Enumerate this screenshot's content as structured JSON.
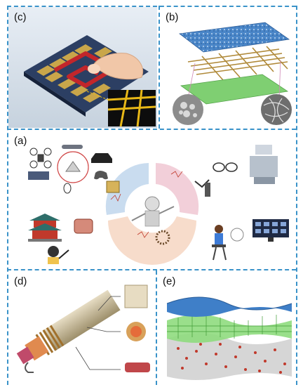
{
  "panels": {
    "c": {
      "label": "(c)",
      "icon": "touch-sensor-array-icon"
    },
    "b": {
      "label": "(b)",
      "icon": "layered-membrane-icon"
    },
    "a": {
      "label": "(a)",
      "icons": [
        "drone-icon",
        "submarine-icon",
        "car-icon",
        "robot-icon",
        "keyboard-icon",
        "gamepad-icon",
        "mouse-icon",
        "temple-icon",
        "chip-icon",
        "person-icon",
        "vr-glasses-icon",
        "surgery-robot-icon",
        "monitor-icon",
        "seated-person-icon"
      ]
    },
    "d": {
      "label": "(d)",
      "icon": "coaxial-fiber-icon"
    },
    "e": {
      "label": "(e)",
      "icon": "wavy-laminate-icon"
    }
  },
  "colors": {
    "divider": "#3a93c9",
    "ring_blue": "#c9dcef",
    "ring_pink": "#f2cfd9",
    "ring_peach": "#f7dccb",
    "grid_blue": "#2e6cb8",
    "grid_red": "#c0392b",
    "green": "#7cd16a"
  }
}
